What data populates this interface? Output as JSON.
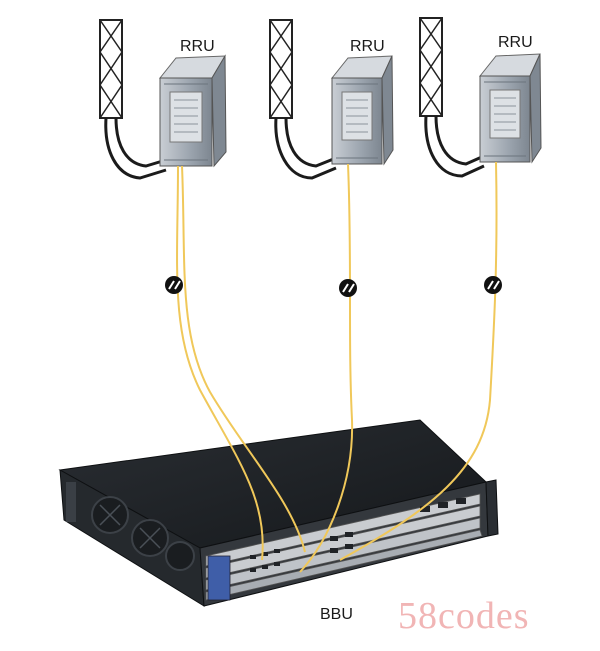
{
  "diagram": {
    "rru_units": [
      {
        "label": "RRU"
      },
      {
        "label": "RRU"
      },
      {
        "label": "RRU"
      }
    ],
    "bbu": {
      "label": "BBU"
    },
    "watermark": "58codes",
    "colors": {
      "fiber": "#f0c85a",
      "chassis_top": "#1c1f22",
      "chassis_front": "#2a2d31",
      "rru_body": "#aeb6bf",
      "panel": "#d8dde2",
      "watermark": "#f1b5b5"
    }
  }
}
